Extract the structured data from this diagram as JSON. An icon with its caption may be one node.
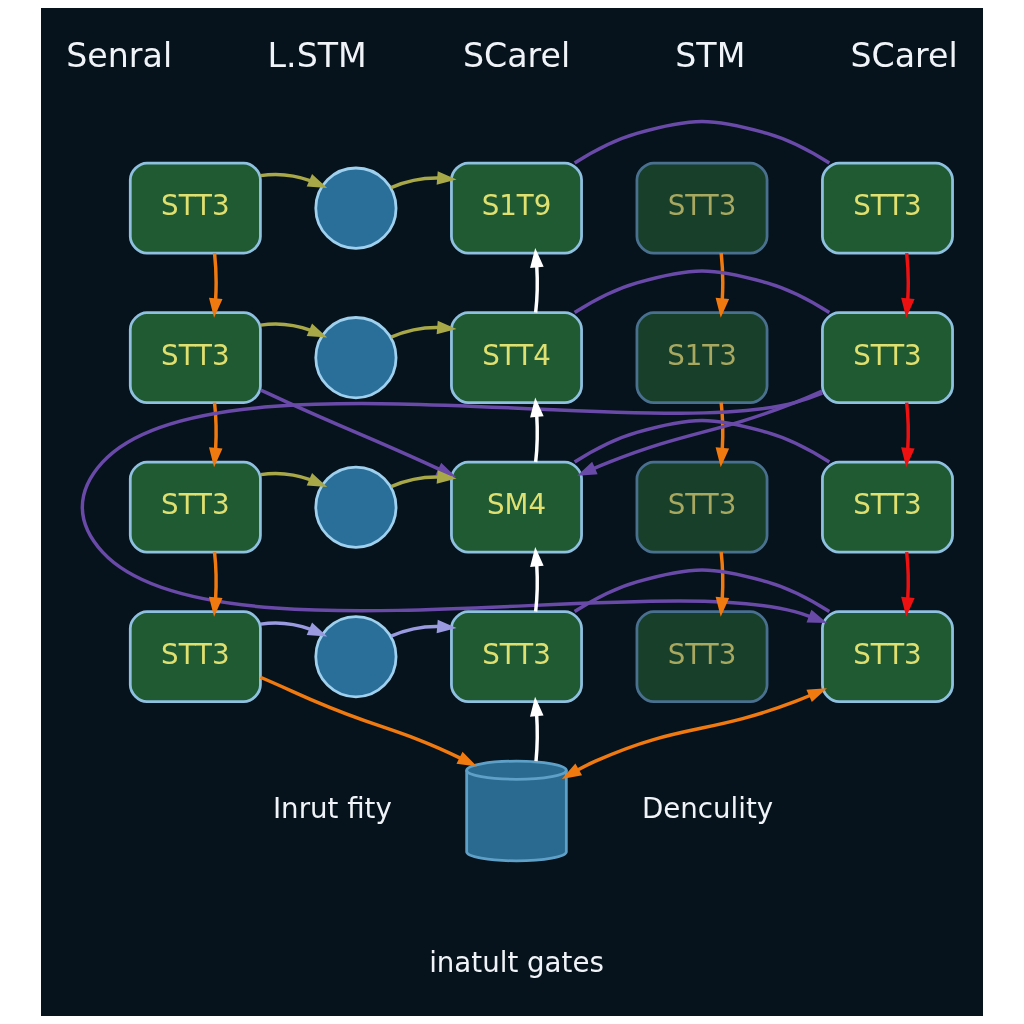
{
  "diagram": {
    "nodes": [
      {
        "text": [
          "STT3"
        ]
      },
      {
        "text": [],
        "shape": "circle"
      },
      {
        "text": [
          "S1T9"
        ]
      },
      {
        "text": [
          "STT3"
        ]
      },
      {
        "text": [
          "STT3"
        ]
      },
      {
        "text": [
          "STT3"
        ]
      },
      {
        "text": [],
        "shape": "circle"
      },
      {
        "text": [
          "STT4"
        ]
      },
      {
        "text": [
          "S1T3"
        ]
      },
      {
        "text": [
          "STT3"
        ]
      },
      {
        "text": [
          "STT3"
        ]
      },
      {
        "text": [],
        "shape": "circle"
      },
      {
        "text": [
          "SM4"
        ]
      },
      {
        "text": [
          "STT3"
        ]
      },
      {
        "text": [
          "STT3"
        ]
      },
      {
        "text": [
          "STT3"
        ]
      },
      {
        "text": [],
        "shape": "circle"
      },
      {
        "text": [
          "STT3"
        ]
      },
      {
        "text": [
          "STT3"
        ]
      },
      {
        "text": [
          "STT3"
        ]
      },
      {
        "text": [],
        "shape": "cylinder",
        "beside": [
          "inatult gates"
        ]
      }
    ],
    "edges": [
      {
        "from": 0,
        "to": 1,
        "arrow": "to",
        "color": "#a8a848"
      },
      {
        "from": 1,
        "to": 2,
        "arrow": "to",
        "color": "#a8a848"
      },
      {
        "from": 5,
        "to": 6,
        "arrow": "to",
        "color": "#a8a848"
      },
      {
        "from": 6,
        "to": 7,
        "arrow": "to",
        "color": "#a8a848"
      },
      {
        "from": 10,
        "to": 11,
        "arrow": "to",
        "color": "#a8a848"
      },
      {
        "from": 11,
        "to": 12,
        "arrow": "to",
        "color": "#a8a848"
      },
      {
        "from": 15,
        "to": 16,
        "arrow": "to",
        "color": "#9a9ae0"
      },
      {
        "from": 16,
        "to": 17,
        "arrow": "to",
        "color": "#9a9ae0"
      },
      {
        "from": 0,
        "to": 5,
        "arrow": "to",
        "color": "#f07a10"
      },
      {
        "from": 5,
        "to": 10,
        "arrow": "to",
        "color": "#f07a10"
      },
      {
        "from": 10,
        "to": 15,
        "arrow": "to",
        "color": "#f07a10"
      },
      {
        "from": 3,
        "to": 8,
        "arrow": "to",
        "color": "#f07a10"
      },
      {
        "from": 8,
        "to": 13,
        "arrow": "to",
        "color": "#f07a10"
      },
      {
        "from": 13,
        "to": 18,
        "arrow": "to",
        "color": "#f07a10"
      },
      {
        "from": 4,
        "to": 9,
        "arrow": "to",
        "color": "#ee1111"
      },
      {
        "from": 9,
        "to": 14,
        "arrow": "to",
        "color": "#ee1111"
      },
      {
        "from": 14,
        "to": 19,
        "arrow": "to",
        "color": "#ee1111"
      },
      {
        "from": 7,
        "to": 2,
        "arrow": "to",
        "color": "#ffffff"
      },
      {
        "from": 12,
        "to": 7,
        "arrow": "to",
        "color": "#ffffff"
      },
      {
        "from": 17,
        "to": 12,
        "arrow": "to",
        "color": "#ffffff"
      },
      {
        "from": 20,
        "to": 17,
        "arrow": "to",
        "color": "#ffffff"
      },
      {
        "from": 2,
        "to": 4,
        "arrow": "none",
        "color": "#6a4aa8"
      },
      {
        "from": 7,
        "to": 9,
        "arrow": "none",
        "color": "#6a4aa8"
      },
      {
        "from": 12,
        "to": 14,
        "arrow": "none",
        "color": "#6a4aa8"
      },
      {
        "from": 17,
        "to": 19,
        "arrow": "none",
        "color": "#6a4aa8"
      },
      {
        "from": 5,
        "to": 12,
        "arrow": "to",
        "color": "#6a4aa8"
      },
      {
        "from": 9,
        "to": 12,
        "arrow": "to",
        "color": "#6a4aa8"
      },
      {
        "from": 9,
        "to": 19,
        "arrow": "to",
        "color": "#6a4aa8"
      },
      {
        "from": 15,
        "to": 20,
        "arrow": "to",
        "color": "#f07a10"
      },
      {
        "from": 20,
        "to": 19,
        "arrow": "both",
        "color": "#f07a10"
      }
    ],
    "labels": [
      "Senral",
      "L.STM",
      "SCarel",
      "STM",
      "SCarel",
      "Inrut fity",
      "Denculity"
    ]
  }
}
